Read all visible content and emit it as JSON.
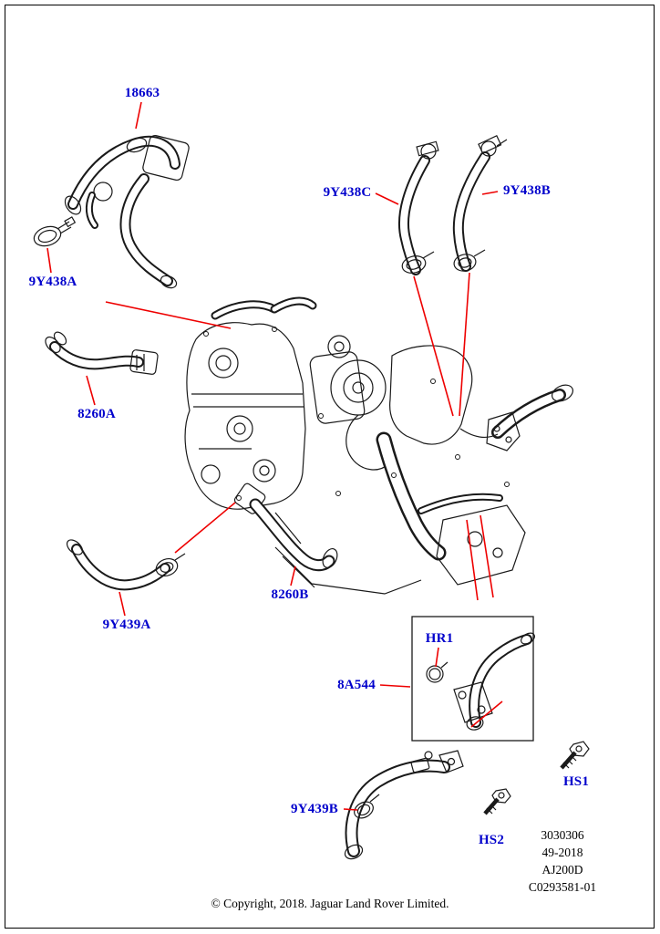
{
  "diagram": {
    "parts": [
      {
        "label": "18663"
      },
      {
        "label": "9Y438A"
      },
      {
        "label": "9Y438C"
      },
      {
        "label": "9Y438B"
      },
      {
        "label": "8260A"
      },
      {
        "label": "9Y439A"
      },
      {
        "label": "8260B"
      },
      {
        "label": "8A544"
      },
      {
        "label": "HR1"
      },
      {
        "label": "HS1"
      },
      {
        "label": "9Y439B"
      },
      {
        "label": "HS2"
      }
    ],
    "doc_info": [
      "3030306",
      "49-2018",
      "AJ200D",
      "C0293581-01"
    ],
    "copyright": "© Copyright, 2018. Jaguar Land Rover Limited.",
    "colors": {
      "label_blue": "#0000cc",
      "leader_red": "#ee0000",
      "line_black": "#1a1a1a",
      "background": "#ffffff"
    }
  }
}
